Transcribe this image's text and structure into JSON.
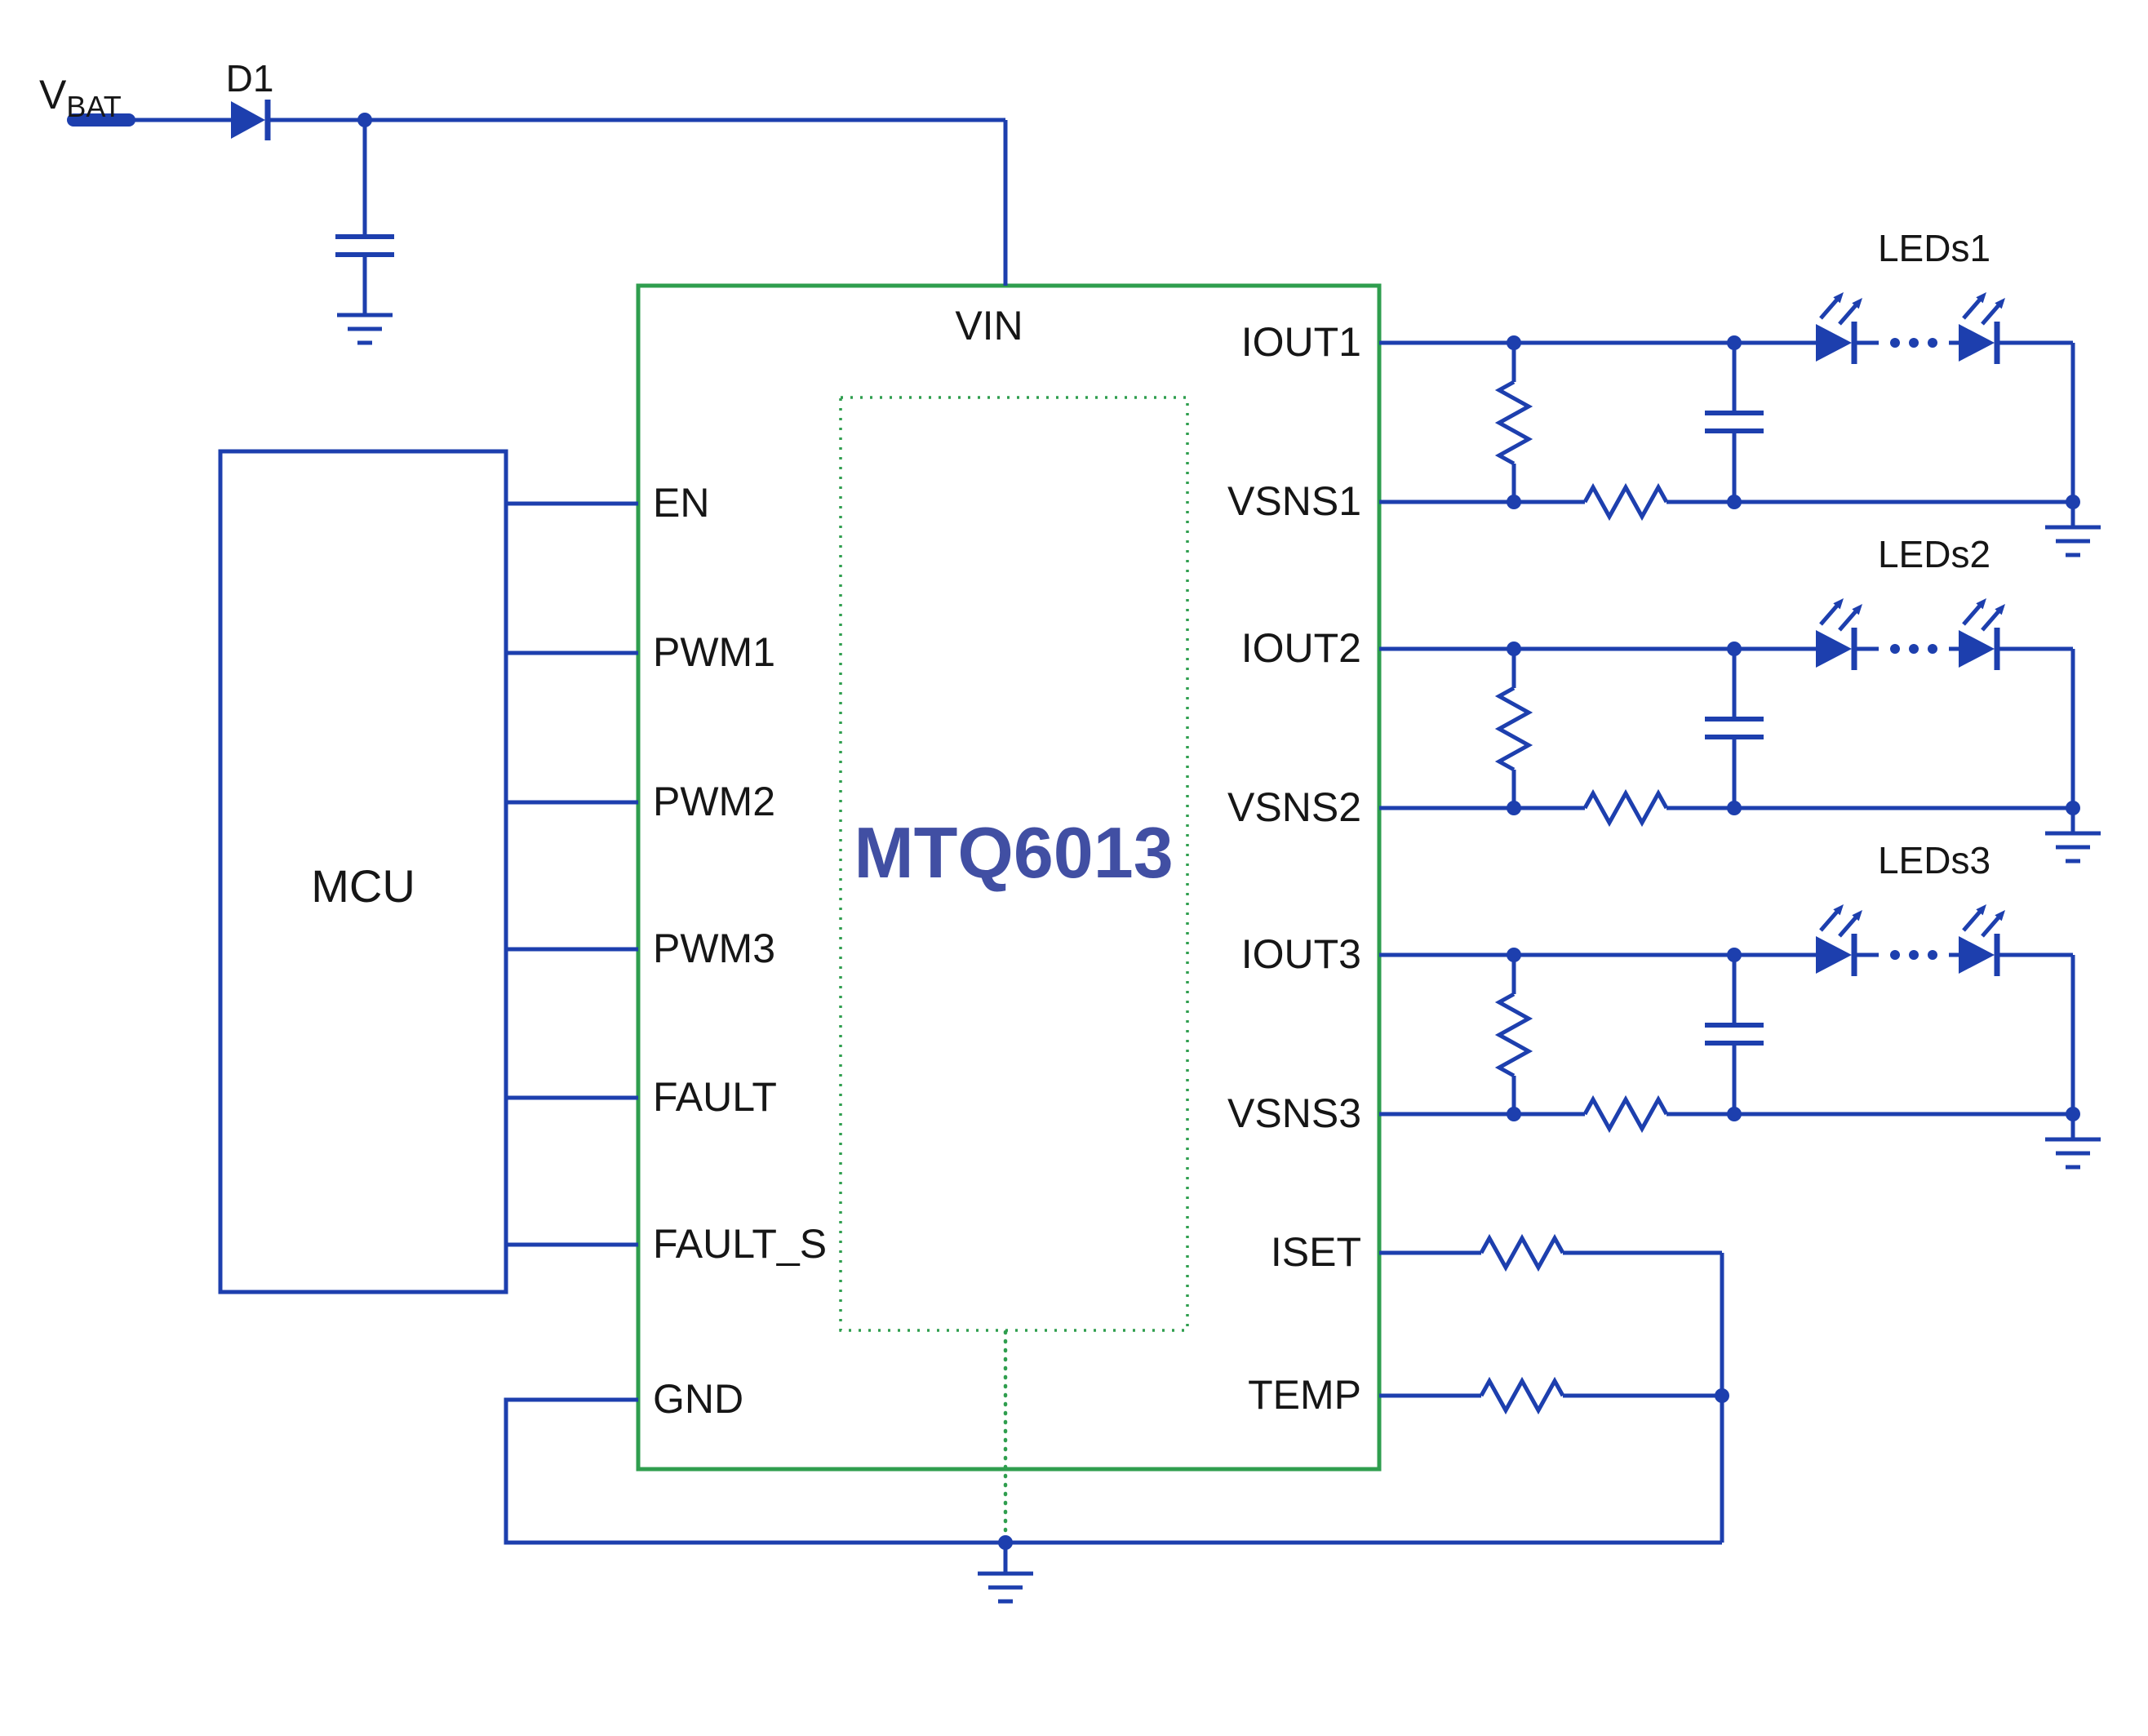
{
  "colors": {
    "wire": "#1d3fae",
    "green": "#2f9e4e",
    "ic_label": "#414fa3",
    "ink": "#161616",
    "bg": "#ffffff"
  },
  "labels": {
    "vbat_main": "V",
    "vbat_sub": "BAT",
    "d1": "D1",
    "mcu": "MCU",
    "ic": "MTQ6013",
    "vin": "VIN",
    "gnd": "GND"
  },
  "left_pins": [
    "EN",
    "PWM1",
    "PWM2",
    "PWM3",
    "FAULT",
    "FAULT_S"
  ],
  "right_pins": [
    "IOUT1",
    "VSNS1",
    "IOUT2",
    "VSNS2",
    "IOUT3",
    "VSNS3",
    "ISET",
    "TEMP"
  ],
  "led_labels": [
    "LEDs1",
    "LEDs2",
    "LEDs3"
  ]
}
